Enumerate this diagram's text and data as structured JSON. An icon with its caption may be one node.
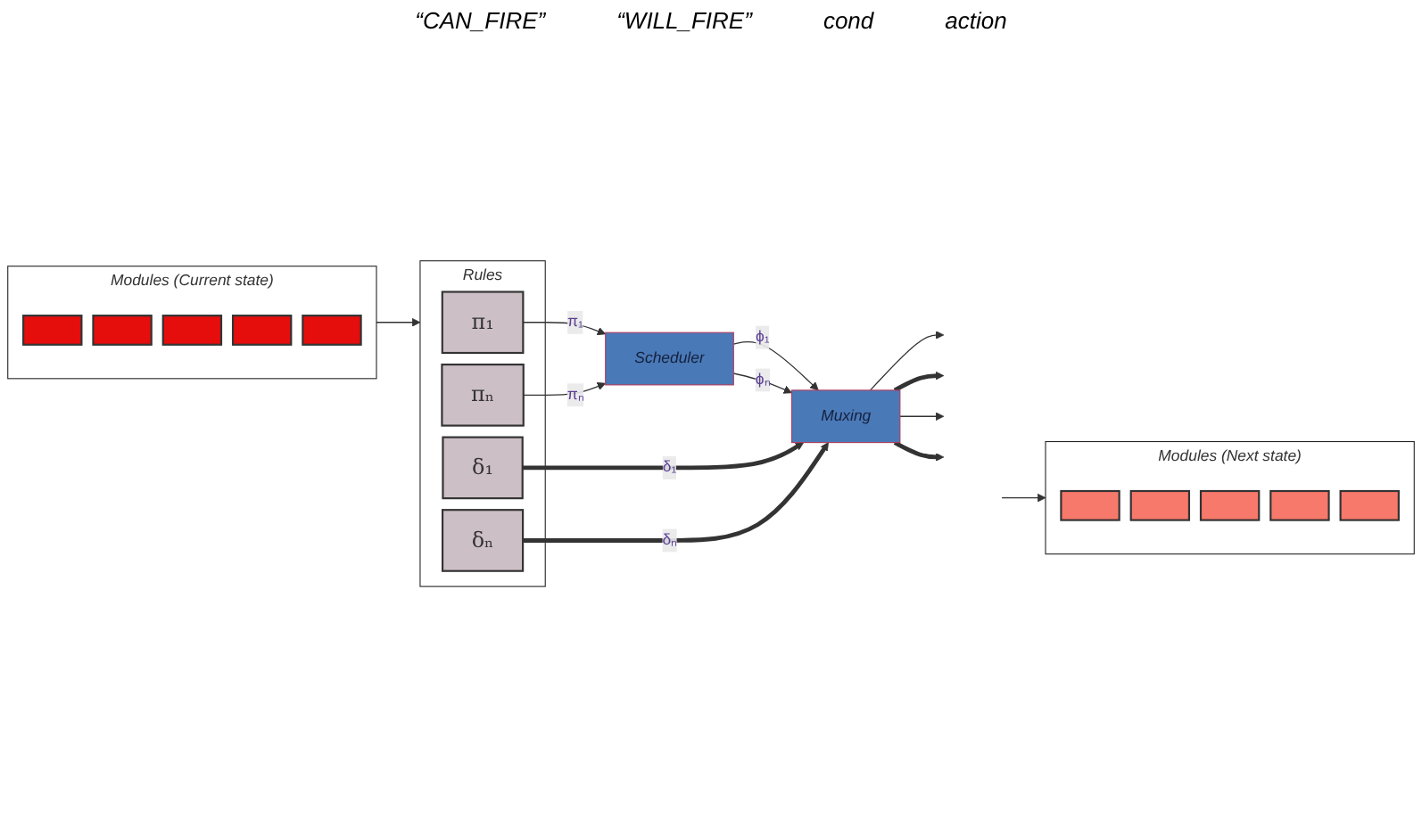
{
  "diagram": {
    "nodes": [
      {
        "text": [
          "Modules (Current state)"
        ]
      },
      {
        "text": [],
        "shape": "box",
        "in": 0
      },
      {
        "text": [],
        "shape": "box",
        "in": 0
      },
      {
        "text": [],
        "shape": "box",
        "in": 0
      },
      {
        "text": [],
        "shape": "box",
        "in": 0
      },
      {
        "text": [],
        "shape": "box",
        "in": 0
      },
      {
        "text": [
          "Rules"
        ]
      },
      {
        "text": [
          "π₁"
        ],
        "in": 6
      },
      {
        "text": [
          "δ₁"
        ],
        "in": 6
      },
      {
        "text": [
          "πₙ"
        ],
        "in": 6
      },
      {
        "text": [
          "δₙ"
        ],
        "in": 6
      },
      {
        "text": [
          "Scheduler"
        ]
      },
      {
        "text": [
          "Muxing"
        ]
      },
      {
        "text": [
          "Modules (Next state)"
        ]
      },
      {
        "text": [],
        "shape": "box",
        "in": 13
      },
      {
        "text": [],
        "shape": "box",
        "in": 13
      },
      {
        "text": [],
        "shape": "box",
        "in": 13
      },
      {
        "text": [],
        "shape": "box",
        "in": 13
      },
      {
        "text": [],
        "shape": "box",
        "in": 13
      }
    ],
    "edges": [
      {
        "from": 0,
        "to": 6,
        "arrow": "to"
      },
      {
        "from": 7,
        "to": 11,
        "arrow": "to",
        "label": "π₁"
      },
      {
        "from": 9,
        "to": 11,
        "arrow": "to",
        "label": "πₙ"
      },
      {
        "from": 11,
        "to": 12,
        "arrow": "to",
        "label": "ϕ₁"
      },
      {
        "from": 11,
        "to": 12,
        "arrow": "to",
        "label": "ϕₙ"
      },
      {
        "from": 8,
        "to": 12,
        "arrow": "to",
        "label": "δ₁",
        "style": "thick"
      },
      {
        "from": 10,
        "to": 12,
        "arrow": "to",
        "label": "δₙ",
        "style": "thick"
      },
      {
        "from": 12,
        "to": null,
        "arrow": "to"
      },
      {
        "from": 12,
        "to": null,
        "arrow": "to",
        "style": "thick"
      },
      {
        "from": 12,
        "to": null,
        "arrow": "to"
      },
      {
        "from": 12,
        "to": null,
        "arrow": "to",
        "style": "thick"
      },
      {
        "from": null,
        "to": 13,
        "arrow": "to"
      }
    ],
    "labels": [
      "“CAN_FIRE”",
      "“WILL_FIRE”",
      "cond",
      "action"
    ]
  }
}
